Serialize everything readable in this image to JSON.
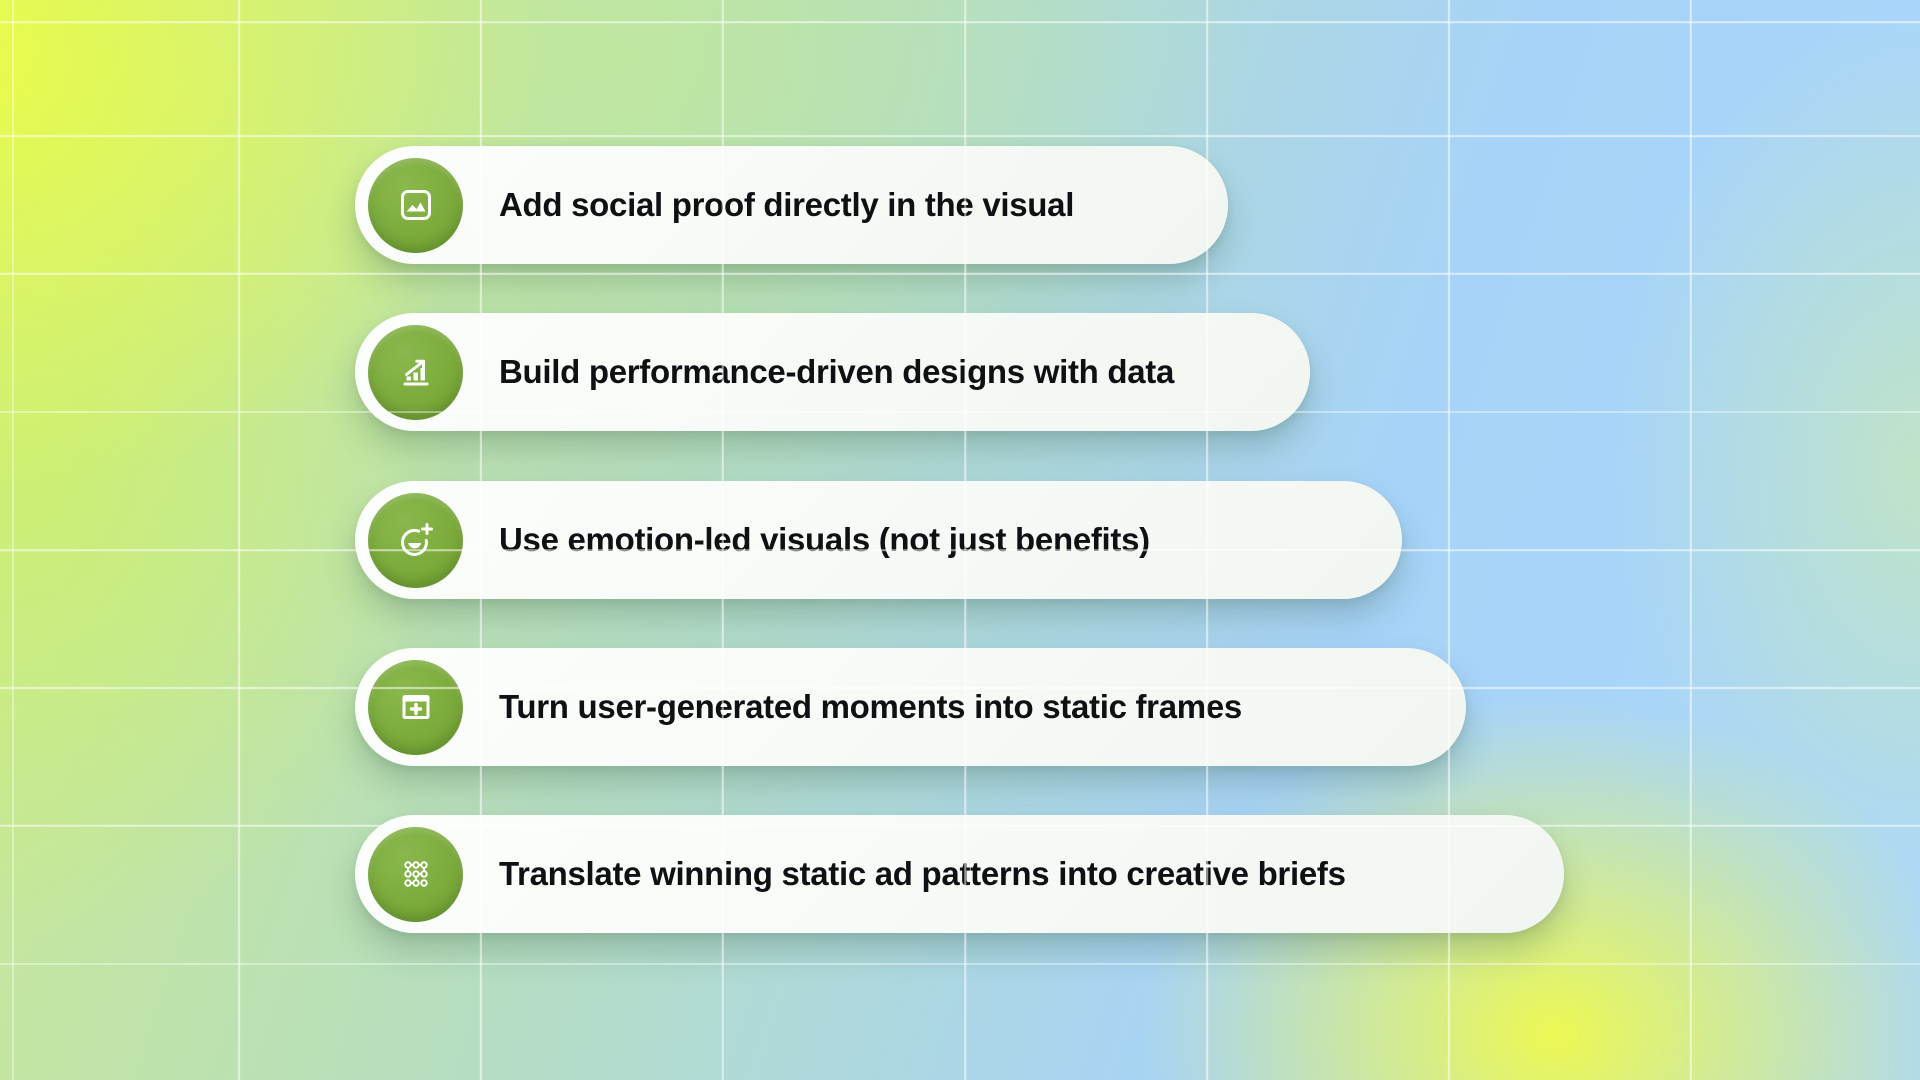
{
  "page": {
    "type": "infographic-list",
    "background_colors": {
      "yellow_green": "#e9fc49",
      "teal_mid": "#b5ddc2",
      "light_blue": "#a7d3f8",
      "yellow_blob": "#f0fa4b"
    },
    "accent_green": "#7cab3c",
    "card_background": "#f6faf5",
    "text_color": "#0e1013",
    "grid_line_color": "#ffffff"
  },
  "cards": [
    {
      "icon": "image-icon",
      "label": "Add social proof directly in the visual"
    },
    {
      "icon": "chart-growth-icon",
      "label": "Build performance-driven designs with data"
    },
    {
      "icon": "emoji-add-icon",
      "label": "Use emotion-led visuals (not just benefits)"
    },
    {
      "icon": "frame-add-icon",
      "label": "Turn user-generated moments into static frames"
    },
    {
      "icon": "pattern-dots-icon",
      "label": "Translate winning static ad patterns into creative briefs"
    }
  ]
}
